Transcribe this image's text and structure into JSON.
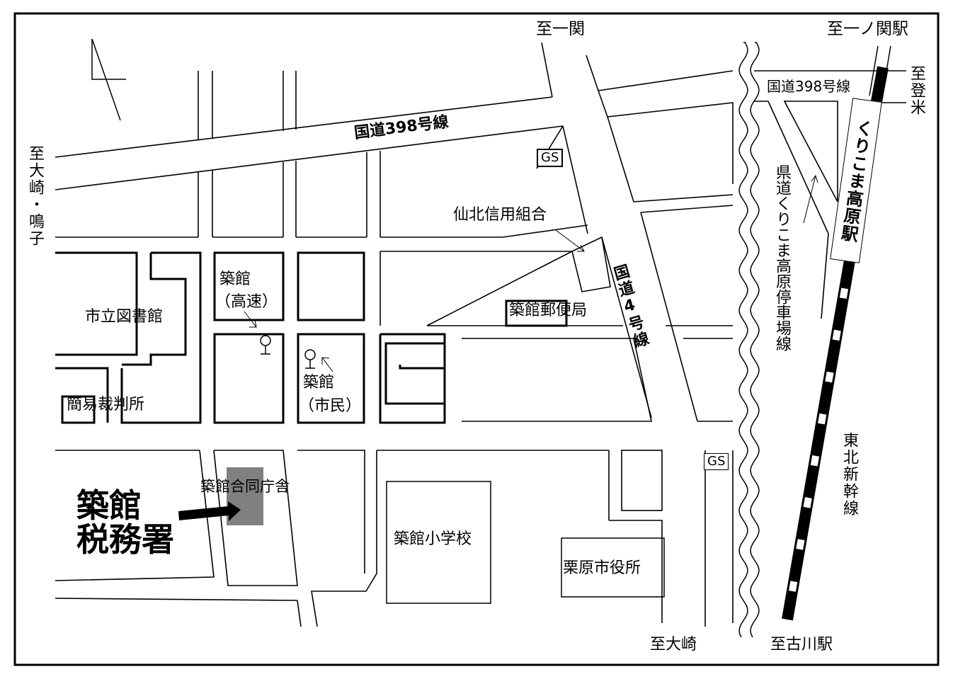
{
  "map": {
    "directions": {
      "ichinoseki": "至一関",
      "ichinoseki_station": "至一ノ関駅",
      "tome": "至登米",
      "osaki_naruko": "至大崎・鳴子",
      "osaki": "至大崎",
      "furukawa_station": "至古川駅"
    },
    "roads": {
      "route398_main": "国道398号線",
      "route398_east": "国道398号線",
      "route4": "国道4号線",
      "prefectural_road": "県道くりこま高原停車場線",
      "shinkansen": "東北新幹線"
    },
    "station": "くりこま高原駅",
    "places": {
      "gs_north": "GS",
      "gs_south": "GS",
      "credit_union": "仙北信用組合",
      "post_office": "築館郵便局",
      "bus_stop_highway_1": "築館",
      "bus_stop_highway_2": "（高速）",
      "bus_stop_city_1": "築館",
      "bus_stop_city_2": "（市民）",
      "library": "市立図書館",
      "summary_court": "簡易裁判所",
      "joint_government_building": "築館合同庁舎",
      "elementary_school": "築館小学校",
      "city_hall": "栗原市役所"
    },
    "target": {
      "line1": "築館",
      "line2": "税務署"
    },
    "colors": {
      "building_highlight": "#808080",
      "line": "#000000"
    }
  }
}
